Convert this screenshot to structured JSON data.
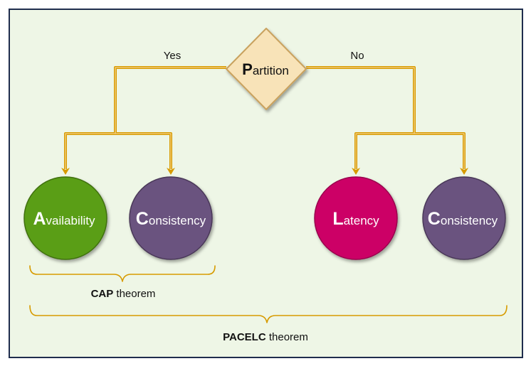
{
  "decision": {
    "initial": "P",
    "rest": "artition",
    "yes_label": "Yes",
    "no_label": "No"
  },
  "nodes": {
    "availability": {
      "initial": "A",
      "rest": "vailability",
      "color": "#5a9e18"
    },
    "consistency_left": {
      "initial": "C",
      "rest": "onsistency",
      "color": "#6a527f"
    },
    "latency": {
      "initial": "L",
      "rest": "atency",
      "color": "#cc0066"
    },
    "consistency_right": {
      "initial": "C",
      "rest": "onsistency",
      "color": "#6a527f"
    }
  },
  "braces": {
    "cap": {
      "bold": "CAP",
      "rest": " theorem"
    },
    "pacelc": {
      "bold": "PACELC",
      "rest": " theorem"
    }
  },
  "colors": {
    "background": "#eef6e6",
    "frame": "#1f2d4d",
    "connector": "#d79b00",
    "diamond_fill": "#f8e3b8",
    "diamond_stroke": "#c9a25e"
  }
}
